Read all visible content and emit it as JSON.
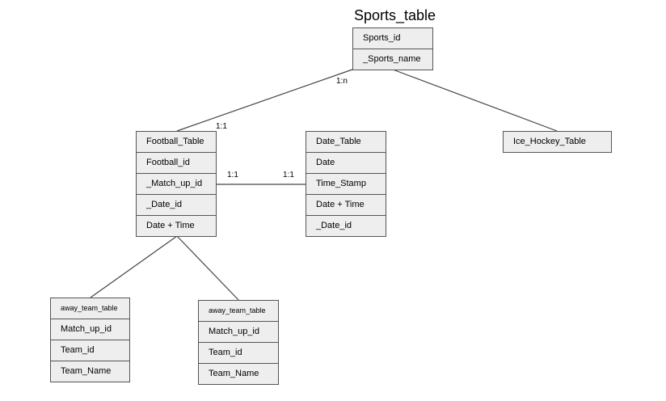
{
  "diagram_title": "Sports_table",
  "entities": {
    "sports": {
      "rows": [
        "Sports_id",
        "_Sports_name"
      ]
    },
    "football": {
      "rows": [
        "Football_Table",
        "Football_id",
        "_Match_up_id",
        "_Date_id",
        "Date + Time"
      ]
    },
    "date": {
      "rows": [
        "Date_Table",
        "Date",
        "Time_Stamp",
        "Date + Time",
        "_Date_id"
      ]
    },
    "icehockey": {
      "rows": [
        "Ice_Hockey_Table"
      ]
    },
    "away": {
      "rows": [
        "away_team_table",
        "Match_up_id",
        "Team_id",
        "Team_Name"
      ]
    },
    "home": {
      "rows": [
        "away_team_table",
        "Match_up_id",
        "Team_id",
        "Team_Name"
      ]
    }
  },
  "cardinalities": {
    "sports_football_parent": "1:n",
    "sports_football_child": "1:1",
    "football_date_left": "1:1",
    "football_date_right": "1:1"
  },
  "colors": {
    "fill": "#eeeeee",
    "border": "#555555",
    "edge": "#444444"
  }
}
